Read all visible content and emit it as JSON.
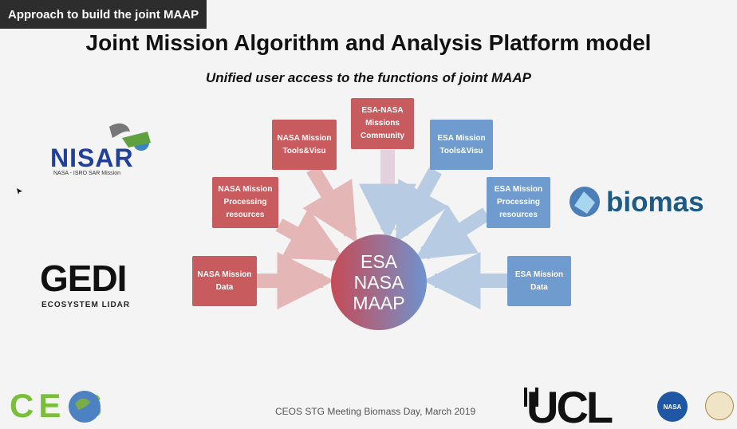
{
  "header": {
    "section": "Approach to build the joint MAAP",
    "title": "Joint Mission Algorithm and Analysis Platform model",
    "subtitle": "Unified user access to the functions of joint MAAP"
  },
  "diagram": {
    "center": {
      "line1": "ESA",
      "line2": "NASA",
      "line3": "MAAP"
    },
    "nodes": [
      {
        "key": "nasa_tools",
        "label": "NASA Mission Tools&Visu"
      },
      {
        "key": "community",
        "label": "ESA-NASA Missions Community"
      },
      {
        "key": "esa_tools",
        "label": "ESA Mission Tools&Visu"
      },
      {
        "key": "nasa_processing",
        "label": "NASA Mission Processing resources"
      },
      {
        "key": "esa_processing",
        "label": "ESA Mission Processing resources"
      },
      {
        "key": "nasa_data",
        "label": "NASA Mission Data"
      },
      {
        "key": "esa_data",
        "label": "ESA Mission Data"
      }
    ]
  },
  "logos": {
    "nisar": "NISAR",
    "nisar_sub": "NASA - ISRO SAR Mission",
    "gedi": "GEDI",
    "gedi_sub": "ECOSYSTEM LIDAR",
    "biomass": "biomas",
    "ceos": "CE S",
    "ucl": "UCL",
    "nasa": "NASA"
  },
  "footer": {
    "caption": "CEOS STG Meeting Biomass Day, March 2019"
  },
  "colors": {
    "nasa": "#c85b5d",
    "esa": "#6f9bcf"
  }
}
